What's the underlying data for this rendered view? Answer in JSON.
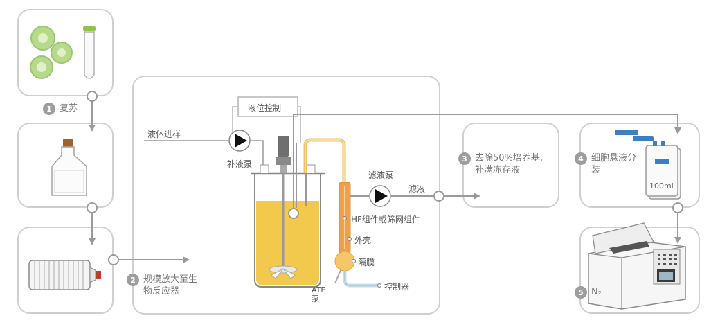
{
  "steps": [
    {
      "num": "1",
      "label": "复苏"
    },
    {
      "num": "2",
      "label": "规模放大至生\n物反应器"
    },
    {
      "num": "3",
      "label": "去除50%培养基,\n补满冻存液"
    },
    {
      "num": "4",
      "label": "细胞悬液分\n装"
    },
    {
      "num": "5",
      "label": "N₂"
    }
  ],
  "labels": {
    "level_control": "液位控制",
    "liquid_inlet": "液体进样",
    "feed_pump": "补液泵",
    "filter_pump": "滤液泵",
    "filtrate": "滤液",
    "hf_module": "HF组件或筛网组件",
    "shell": "外壳",
    "membrane": "隔膜",
    "atf_pump": "ATF\n泵",
    "controller": "控制器",
    "bag_volume": "100ml"
  },
  "colors": {
    "culture": "#f2c94c",
    "tube_orange": "#f0a04b",
    "panel_border": "#cfcfcf",
    "flow_line": "#9a9a9a",
    "cell_green": "#b7d98b",
    "cap_green": "#8fc34a",
    "bottle_cap": "#c0392b",
    "bag_blue": "#3d7fc4"
  }
}
